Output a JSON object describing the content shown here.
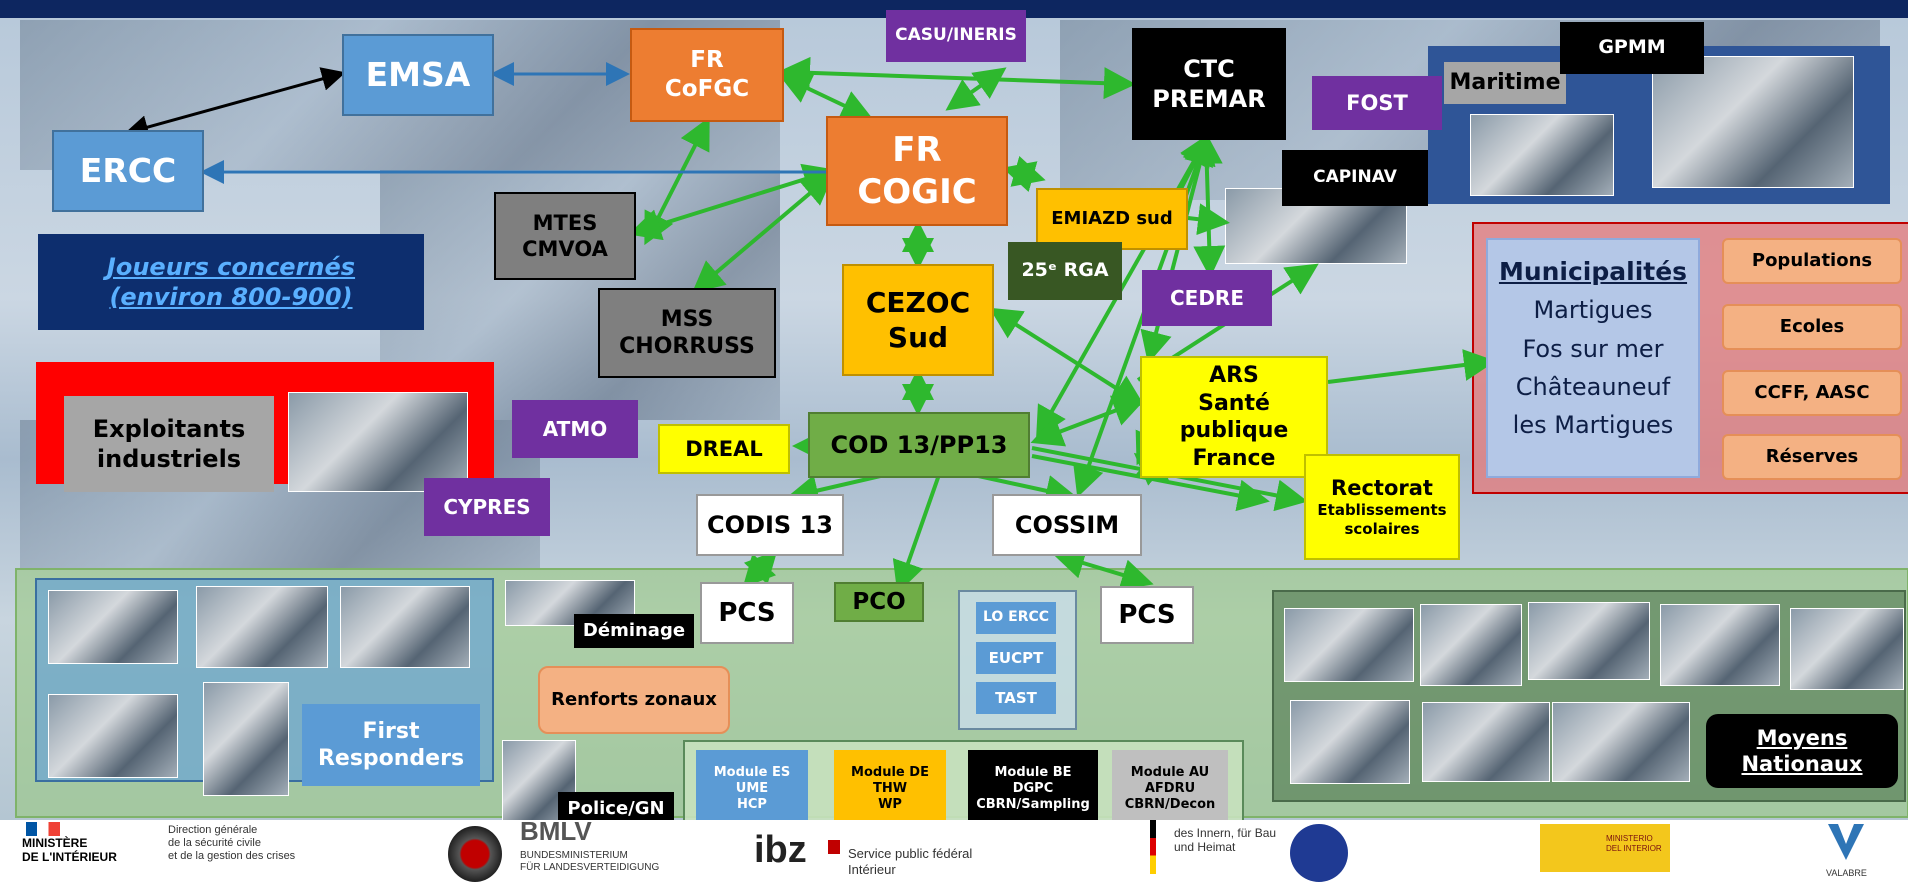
{
  "nodes": {
    "emsa": "EMSA",
    "ercc": "ERCC",
    "fr_cofgc": "FR\nCoFGC",
    "casu_ineris": "CASU/INERIS",
    "ctc_premar": "CTC\nPREMAR",
    "fr_cogic": "FR\nCOGIC",
    "mtes_cmvoa": "MTES\nCMVOA",
    "joueurs": "Joueurs concernés\n(environ 800-900)",
    "mss_chorruss": "MSS\nCHORRUSS",
    "cezoc_sud": "CEZOC\nSud",
    "emiazd_sud": "EMIAZD sud",
    "rga": "25ᵉ RGA",
    "cedre": "CEDRE",
    "fost": "FOST",
    "maritime": "Maritime",
    "gpmm": "GPMM",
    "capinav": "CAPINAV",
    "exploitants": "Exploitants\nindustriels",
    "atmo": "ATMO",
    "cypres": "CYPRES",
    "dreal": "DREAL",
    "cod13": "COD 13/PP13",
    "ars": "ARS\nSanté publique\nFrance",
    "rectorat_title": "Rectorat",
    "rectorat_sub": "Etablissements\nscolaires",
    "codis13": "CODIS 13",
    "cossim": "COSSIM",
    "pcs_left": "PCS",
    "pco": "PCO",
    "pcs_right": "PCS",
    "deminage": "Déminage",
    "renforts": "Renforts zonaux",
    "police": "Police/GN",
    "first_responders": "First\nResponders",
    "lo_ercc": "LO ERCC",
    "eucpt": "EUCPT",
    "tast": "TAST",
    "moyens": "Moyens\nNationaux",
    "municipalites_title": "Municipalités",
    "municipalites_list": "Martigues\nFos sur mer\nChâteauneuf\nles Martigues",
    "populations": "Populations",
    "ecoles": "Ecoles",
    "ccff": "CCFF, AASC",
    "reserves": "Réserves"
  },
  "modules": [
    {
      "label": "Module ES\nUME\nHCP",
      "color": "#5b9bd5",
      "text": "#ffffff"
    },
    {
      "label": "Module DE\nTHW\nWP",
      "color": "#ffc000",
      "text": "#000000"
    },
    {
      "label": "Module BE\nDGPC\nCBRN/Sampling",
      "color": "#000000",
      "text": "#ffffff"
    },
    {
      "label": "Module AU\nAFDRU\nCBRN/Decon",
      "color": "#bfbfbf",
      "text": "#000000"
    }
  ],
  "footer": {
    "ministere": "MINISTÈRE\nDE L'INTÉRIEUR",
    "direction": "Direction générale\nde la sécurité civile\net de la gestion des crises",
    "bmlv": "BMLV",
    "bmlv_sub": "BUNDESMINISTERIUM\nFÜR LANDESVERTEIDIGUNG",
    "ibz": "ibz",
    "ibz_sub": "Service public fédéral\nIntérieur",
    "bmi": "des Innern, für Bau\nund Heimat",
    "ministerio": "MINISTERIO\nDEL INTERIOR",
    "valabre": "VALABRE"
  },
  "colors": {
    "connector_green": "#2eb82e",
    "connector_blue": "#2e75b6",
    "connector_black": "#000000"
  }
}
